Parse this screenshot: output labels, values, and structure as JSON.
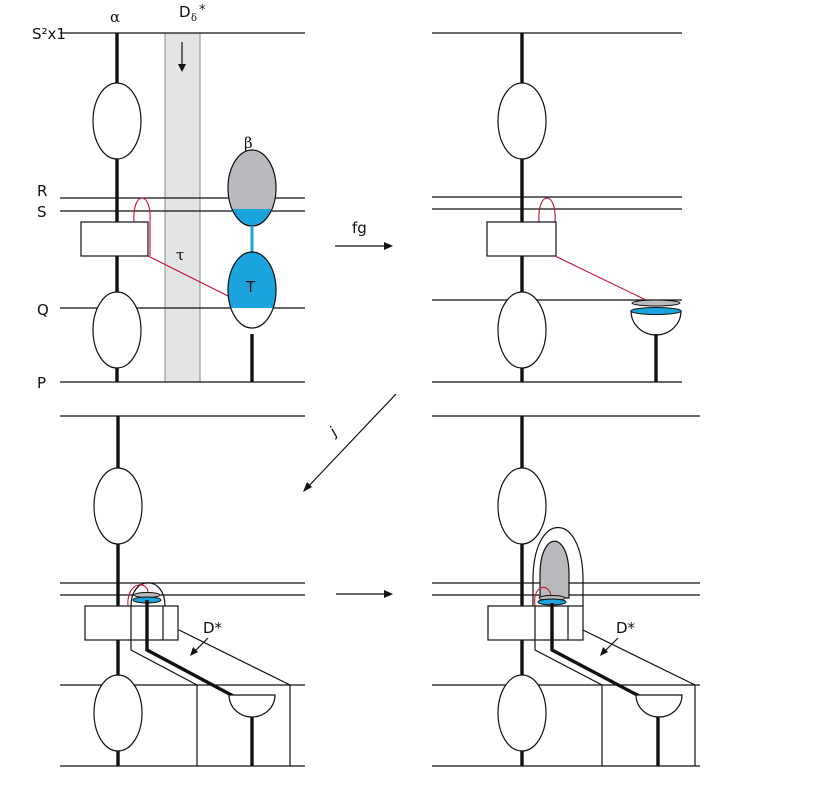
{
  "labels": {
    "s2x1": "S²x1",
    "alpha": "α",
    "d_delta_star": "D",
    "delta_sub": "δ",
    "star": "*",
    "beta": "β",
    "r": "R",
    "s": "S",
    "q": "Q",
    "p": "P",
    "tau": "τ",
    "t": "T",
    "fg": "fg",
    "j": "j",
    "d_star_1": "D*",
    "d_star_2": "D*"
  },
  "colors": {
    "line": "#111111",
    "strip": "#e3e4e6",
    "grey_blob": "#b8babd",
    "cyan": "#1aa3dc",
    "red": "#c8102e"
  }
}
